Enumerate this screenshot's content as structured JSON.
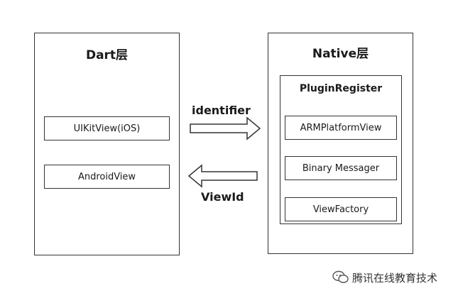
{
  "left_panel": {
    "title": "Dart层",
    "items": [
      "UIKitView(iOS)",
      "AndroidView"
    ]
  },
  "right_panel": {
    "title": "Native层",
    "inner_title": "PluginRegister",
    "items": [
      "ARMPlatformView",
      "Binary Messager",
      "ViewFactory"
    ]
  },
  "arrows": {
    "forward_label": "identifier",
    "backward_label": "ViewId"
  },
  "watermark": {
    "text": "腾讯在线教育技术",
    "icon": "wechat-bubble-icon"
  }
}
